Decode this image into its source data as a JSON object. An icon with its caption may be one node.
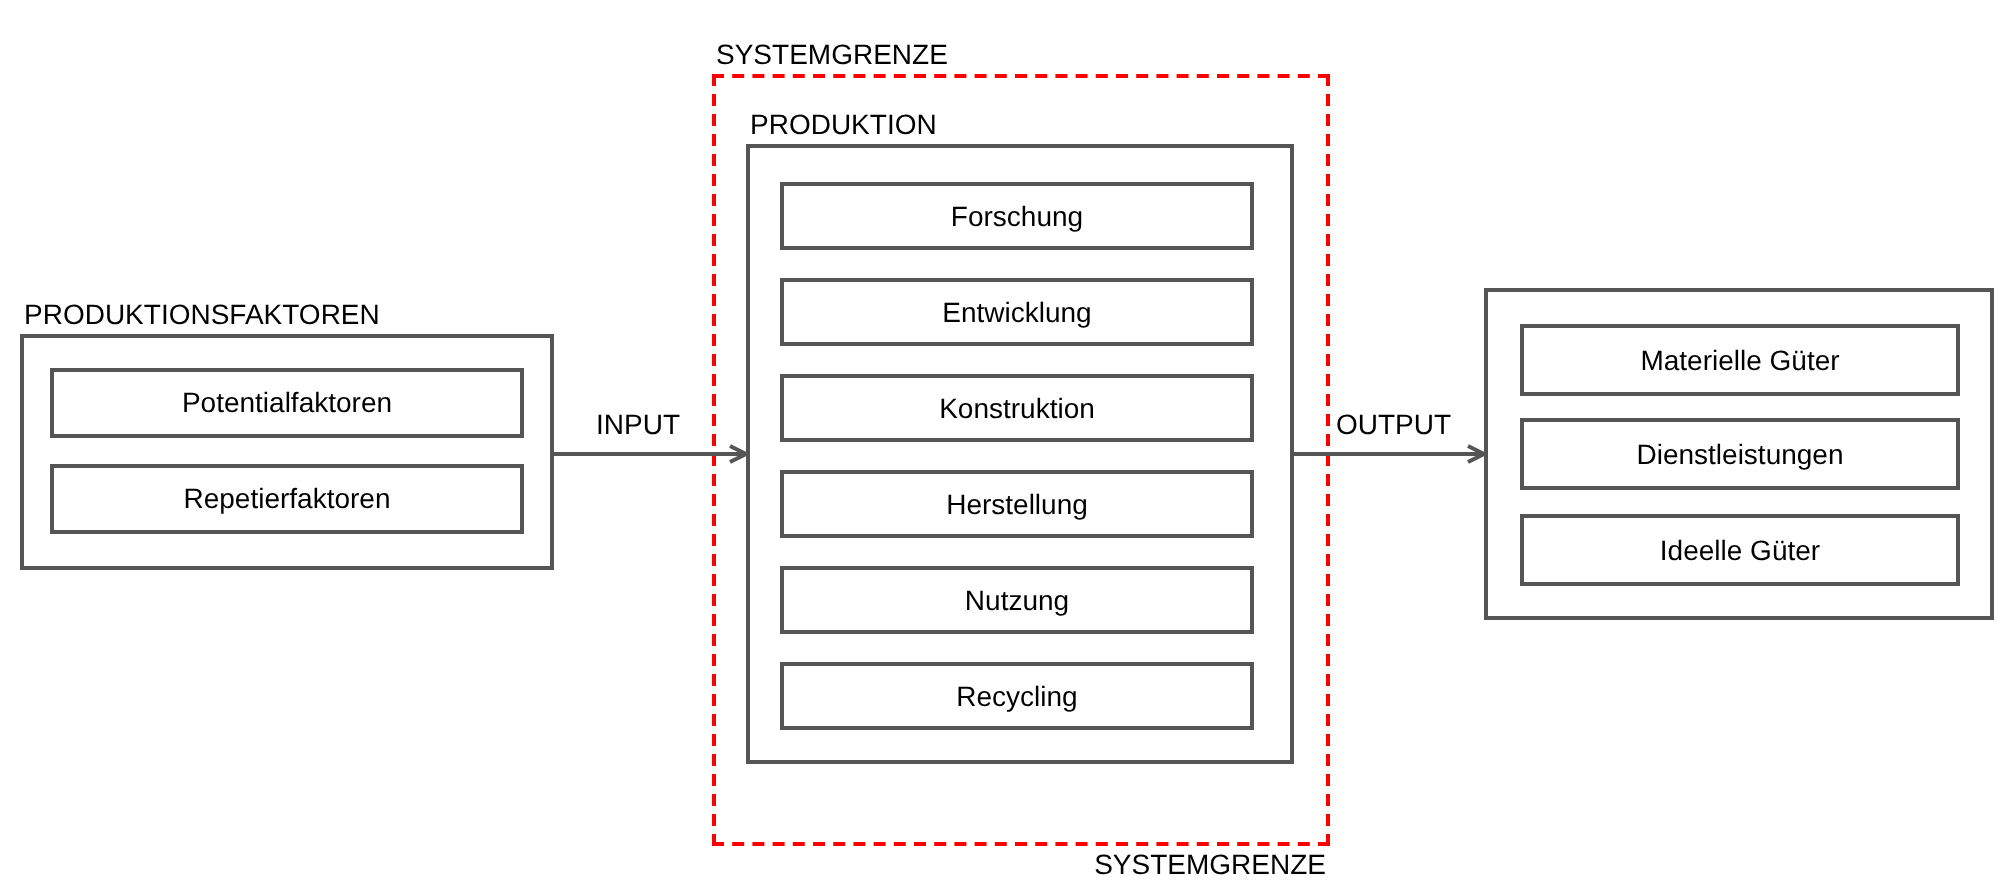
{
  "diagram": {
    "nodes": [
      {
        "text": [
          "PRODUKTIONSFAKTOREN"
        ]
      },
      {
        "text": [
          "Potentialfaktoren"
        ],
        "in": 0
      },
      {
        "text": [
          "Repetierfaktoren"
        ],
        "in": 0
      },
      {
        "text": [
          "SYSTEMGRENZE"
        ],
        "beside": [
          "SYSTEMGRENZE"
        ]
      },
      {
        "text": [
          "PRODUKTION"
        ],
        "in": 3
      },
      {
        "text": [
          "Forschung"
        ],
        "in": 4
      },
      {
        "text": [
          "Entwicklung"
        ],
        "in": 4
      },
      {
        "text": [
          "Konstruktion"
        ],
        "in": 4
      },
      {
        "text": [
          "Herstellung"
        ],
        "in": 4
      },
      {
        "text": [
          "Nutzung"
        ],
        "in": 4
      },
      {
        "text": [
          "Recycling"
        ],
        "in": 4
      },
      {
        "text": [],
        "shape": "box"
      },
      {
        "text": [
          "Materielle Güter"
        ],
        "in": 11
      },
      {
        "text": [
          "Dienstleistungen"
        ],
        "in": 11
      },
      {
        "text": [
          "Ideelle Güter"
        ],
        "in": 11
      }
    ],
    "edges": [
      {
        "from": 0,
        "to": 4,
        "arrow": "to",
        "label": "INPUT"
      },
      {
        "from": 4,
        "to": 11,
        "arrow": "to",
        "label": "OUTPUT"
      }
    ]
  }
}
